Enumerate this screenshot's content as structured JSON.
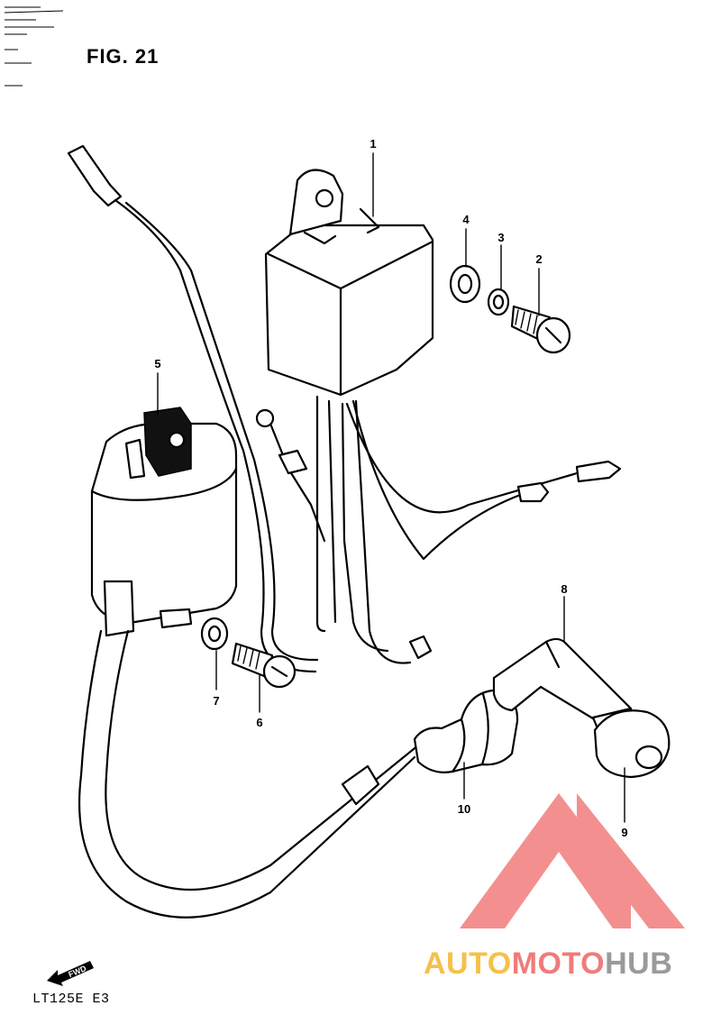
{
  "figure": {
    "title": "FIG. 21",
    "model_code": "LT125E  E3",
    "direction_label": "FWD"
  },
  "callouts": [
    {
      "id": "1",
      "label": "1"
    },
    {
      "id": "2",
      "label": "2"
    },
    {
      "id": "3",
      "label": "3"
    },
    {
      "id": "4",
      "label": "4"
    },
    {
      "id": "5",
      "label": "5"
    },
    {
      "id": "6",
      "label": "6"
    },
    {
      "id": "7",
      "label": "7"
    },
    {
      "id": "8",
      "label": "8"
    },
    {
      "id": "9",
      "label": "9"
    },
    {
      "id": "10",
      "label": "10"
    }
  ],
  "watermark": {
    "text_part1": "AUTO",
    "text_part2": "MOTO",
    "text_part3": "HUB",
    "color_logo": "#f06a6a",
    "color_part1": "#f6c04a",
    "color_part2": "#f07b7b",
    "color_part3": "#9a9a9a"
  }
}
